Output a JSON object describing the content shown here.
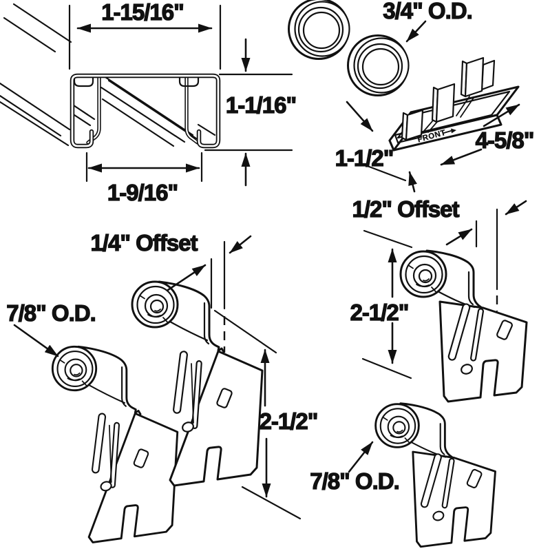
{
  "figure": {
    "background": "#ffffff",
    "line_color": "#111111"
  },
  "track": {
    "top_width": "1-15/16\"",
    "height": "1-1/16\"",
    "bottom_width": "1-9/16\""
  },
  "finger_pulls": {
    "outer_diameter": "3/4\" O.D."
  },
  "floor_guide": {
    "width": "1-1/2\"",
    "length": "4-5/8\"",
    "front_marking": "FRONT"
  },
  "rollers": {
    "quarter_offset_pair": {
      "offset": "1/4\" Offset",
      "wheel_od": "7/8\" O.D.",
      "bracket_height": "2-1/2\""
    },
    "half_offset_pair": {
      "offset": "1/2\" Offset",
      "wheel_od": "7/8\" O.D.",
      "bracket_height": "2-1/2\""
    }
  }
}
